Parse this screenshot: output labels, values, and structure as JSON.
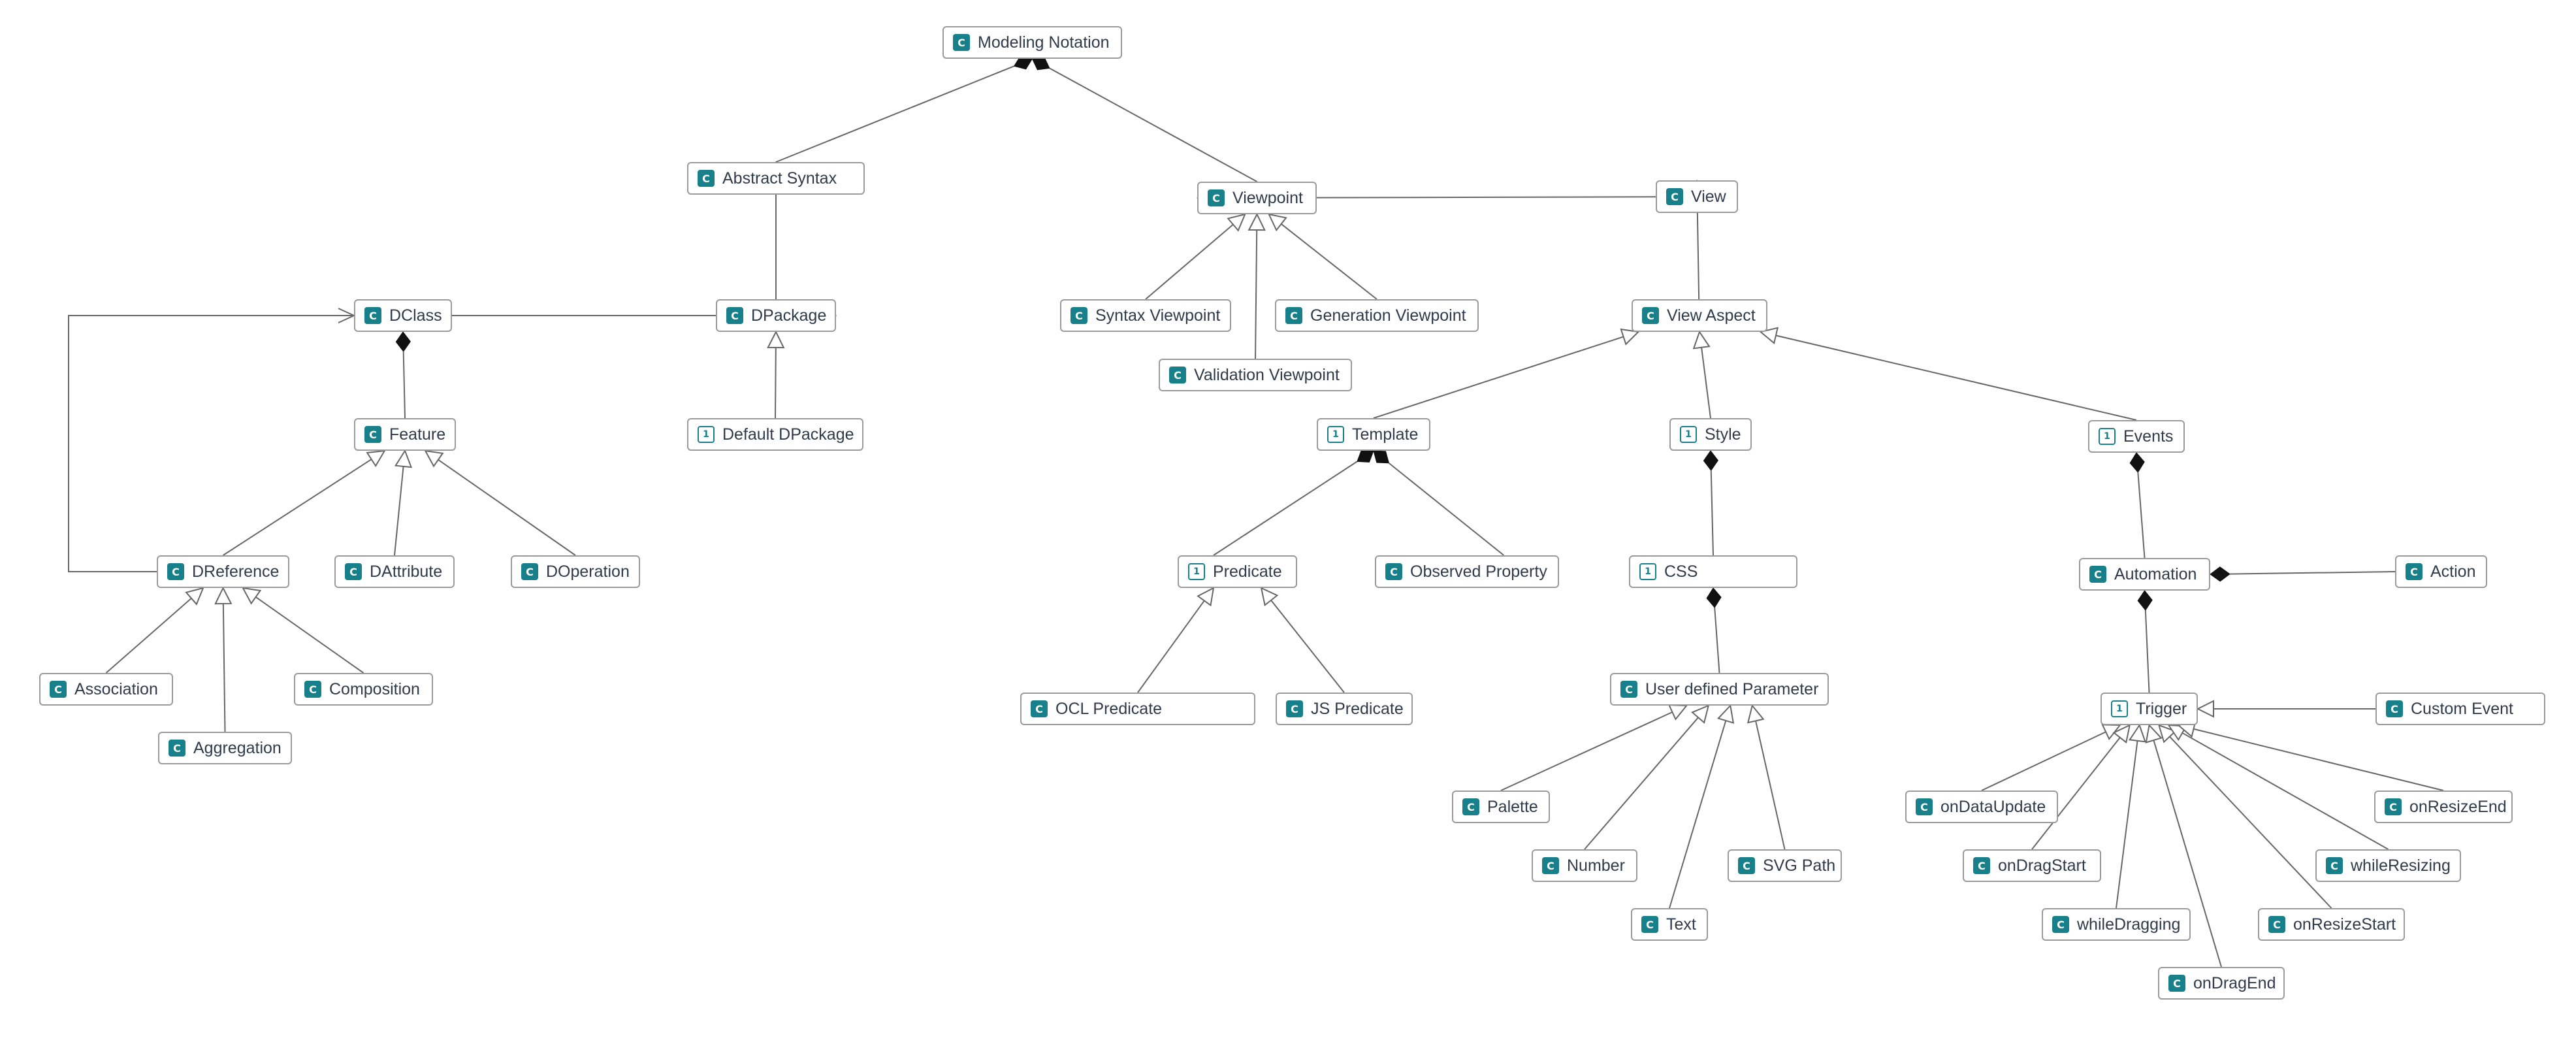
{
  "diagram": {
    "icons": {
      "class": "class-icon",
      "object": "object-icon"
    },
    "colors": {
      "icon_fill": "#17808a",
      "line": "#666666",
      "box_border": "#9a9a9a",
      "text": "#2f3a4a"
    },
    "nodes": [
      {
        "id": "modeling_notation",
        "label": "Modeling Notation",
        "kind": "class",
        "icon_text": "C"
      },
      {
        "id": "abstract_syntax",
        "label": "Abstract Syntax",
        "kind": "class",
        "icon_text": "C"
      },
      {
        "id": "viewpoint",
        "label": "Viewpoint",
        "kind": "class",
        "icon_text": "C"
      },
      {
        "id": "view",
        "label": "View",
        "kind": "class",
        "icon_text": "C"
      },
      {
        "id": "dclass",
        "label": "DClass",
        "kind": "class",
        "icon_text": "C"
      },
      {
        "id": "dpackage",
        "label": "DPackage",
        "kind": "class",
        "icon_text": "C"
      },
      {
        "id": "syntax_viewpoint",
        "label": "Syntax Viewpoint",
        "kind": "class",
        "icon_text": "C"
      },
      {
        "id": "generation_viewpoint",
        "label": "Generation Viewpoint",
        "kind": "class",
        "icon_text": "C"
      },
      {
        "id": "view_aspect",
        "label": "View Aspect",
        "kind": "class",
        "icon_text": "C"
      },
      {
        "id": "validation_viewpoint",
        "label": "Validation Viewpoint",
        "kind": "class",
        "icon_text": "C"
      },
      {
        "id": "feature",
        "label": "Feature",
        "kind": "class",
        "icon_text": "C"
      },
      {
        "id": "default_dpackage",
        "label": "Default DPackage",
        "kind": "object",
        "icon_text": "1"
      },
      {
        "id": "template",
        "label": "Template",
        "kind": "object",
        "icon_text": "1"
      },
      {
        "id": "style",
        "label": "Style",
        "kind": "object",
        "icon_text": "1"
      },
      {
        "id": "events",
        "label": "Events",
        "kind": "object",
        "icon_text": "1"
      },
      {
        "id": "dreference",
        "label": "DReference",
        "kind": "class",
        "icon_text": "C"
      },
      {
        "id": "dattribute",
        "label": "DAttribute",
        "kind": "class",
        "icon_text": "C"
      },
      {
        "id": "doperation",
        "label": "DOperation",
        "kind": "class",
        "icon_text": "C"
      },
      {
        "id": "predicate",
        "label": "Predicate",
        "kind": "object",
        "icon_text": "1"
      },
      {
        "id": "observed_property",
        "label": "Observed Property",
        "kind": "class",
        "icon_text": "C"
      },
      {
        "id": "css",
        "label": "CSS",
        "kind": "object",
        "icon_text": "1"
      },
      {
        "id": "automation",
        "label": "Automation",
        "kind": "class",
        "icon_text": "C"
      },
      {
        "id": "action",
        "label": "Action",
        "kind": "class",
        "icon_text": "C"
      },
      {
        "id": "association",
        "label": "Association",
        "kind": "class",
        "icon_text": "C"
      },
      {
        "id": "composition",
        "label": "Composition",
        "kind": "class",
        "icon_text": "C"
      },
      {
        "id": "user_defined_parameter",
        "label": "User defined Parameter",
        "kind": "class",
        "icon_text": "C"
      },
      {
        "id": "ocl_predicate",
        "label": "OCL Predicate",
        "kind": "class",
        "icon_text": "C"
      },
      {
        "id": "js_predicate",
        "label": "JS Predicate",
        "kind": "class",
        "icon_text": "C"
      },
      {
        "id": "trigger",
        "label": "Trigger",
        "kind": "object",
        "icon_text": "1"
      },
      {
        "id": "custom_event",
        "label": "Custom Event",
        "kind": "class",
        "icon_text": "C"
      },
      {
        "id": "aggregation",
        "label": "Aggregation",
        "kind": "class",
        "icon_text": "C"
      },
      {
        "id": "palette",
        "label": "Palette",
        "kind": "class",
        "icon_text": "C"
      },
      {
        "id": "ondataupdate",
        "label": "onDataUpdate",
        "kind": "class",
        "icon_text": "C"
      },
      {
        "id": "onresizeend",
        "label": "onResizeEnd",
        "kind": "class",
        "icon_text": "C"
      },
      {
        "id": "number",
        "label": "Number",
        "kind": "class",
        "icon_text": "C"
      },
      {
        "id": "svg_path",
        "label": "SVG Path",
        "kind": "class",
        "icon_text": "C"
      },
      {
        "id": "ondragstart",
        "label": "onDragStart",
        "kind": "class",
        "icon_text": "C"
      },
      {
        "id": "whileresizing",
        "label": "whileResizing",
        "kind": "class",
        "icon_text": "C"
      },
      {
        "id": "text",
        "label": "Text",
        "kind": "class",
        "icon_text": "C"
      },
      {
        "id": "whiledragging",
        "label": "whileDragging",
        "kind": "class",
        "icon_text": "C"
      },
      {
        "id": "onresizestart",
        "label": "onResizeStart",
        "kind": "class",
        "icon_text": "C"
      },
      {
        "id": "ondragend",
        "label": "onDragEnd",
        "kind": "class",
        "icon_text": "C"
      }
    ],
    "edges": [
      {
        "type": "composition",
        "from": "modeling_notation",
        "to": "abstract_syntax"
      },
      {
        "type": "composition",
        "from": "modeling_notation",
        "to": "viewpoint"
      },
      {
        "type": "composition",
        "from": "abstract_syntax",
        "to": "dpackage"
      },
      {
        "type": "composition",
        "from": "viewpoint",
        "to": "view"
      },
      {
        "type": "composition",
        "from": "view",
        "to": "view_aspect"
      },
      {
        "type": "composition",
        "from": "dpackage",
        "to": "dclass"
      },
      {
        "type": "composition",
        "from": "dclass",
        "to": "feature"
      },
      {
        "type": "generalization",
        "from": "syntax_viewpoint",
        "to": "viewpoint"
      },
      {
        "type": "generalization",
        "from": "validation_viewpoint",
        "to": "viewpoint"
      },
      {
        "type": "generalization",
        "from": "generation_viewpoint",
        "to": "viewpoint"
      },
      {
        "type": "generalization",
        "from": "default_dpackage",
        "to": "dpackage"
      },
      {
        "type": "generalization",
        "from": "dreference",
        "to": "feature"
      },
      {
        "type": "generalization",
        "from": "dattribute",
        "to": "feature"
      },
      {
        "type": "generalization",
        "from": "doperation",
        "to": "feature"
      },
      {
        "type": "association",
        "from": "dreference",
        "to": "dclass"
      },
      {
        "type": "generalization",
        "from": "association",
        "to": "dreference"
      },
      {
        "type": "generalization",
        "from": "aggregation",
        "to": "dreference"
      },
      {
        "type": "generalization",
        "from": "composition",
        "to": "dreference"
      },
      {
        "type": "generalization",
        "from": "template",
        "to": "view_aspect"
      },
      {
        "type": "generalization",
        "from": "style",
        "to": "view_aspect"
      },
      {
        "type": "generalization",
        "from": "events",
        "to": "view_aspect"
      },
      {
        "type": "composition",
        "from": "template",
        "to": "predicate"
      },
      {
        "type": "composition",
        "from": "template",
        "to": "observed_property"
      },
      {
        "type": "generalization",
        "from": "ocl_predicate",
        "to": "predicate"
      },
      {
        "type": "generalization",
        "from": "js_predicate",
        "to": "predicate"
      },
      {
        "type": "composition",
        "from": "style",
        "to": "css"
      },
      {
        "type": "composition",
        "from": "css",
        "to": "user_defined_parameter"
      },
      {
        "type": "generalization",
        "from": "palette",
        "to": "user_defined_parameter"
      },
      {
        "type": "generalization",
        "from": "number",
        "to": "user_defined_parameter"
      },
      {
        "type": "generalization",
        "from": "text",
        "to": "user_defined_parameter"
      },
      {
        "type": "generalization",
        "from": "svg_path",
        "to": "user_defined_parameter"
      },
      {
        "type": "composition",
        "from": "events",
        "to": "automation"
      },
      {
        "type": "composition",
        "from": "automation",
        "to": "action"
      },
      {
        "type": "composition",
        "from": "automation",
        "to": "trigger"
      },
      {
        "type": "generalization",
        "from": "custom_event",
        "to": "trigger"
      },
      {
        "type": "generalization",
        "from": "ondataupdate",
        "to": "trigger"
      },
      {
        "type": "generalization",
        "from": "ondragstart",
        "to": "trigger"
      },
      {
        "type": "generalization",
        "from": "whiledragging",
        "to": "trigger"
      },
      {
        "type": "generalization",
        "from": "ondragend",
        "to": "trigger"
      },
      {
        "type": "generalization",
        "from": "onresizestart",
        "to": "trigger"
      },
      {
        "type": "generalization",
        "from": "whileresizing",
        "to": "trigger"
      },
      {
        "type": "generalization",
        "from": "onresizeend",
        "to": "trigger"
      }
    ]
  }
}
